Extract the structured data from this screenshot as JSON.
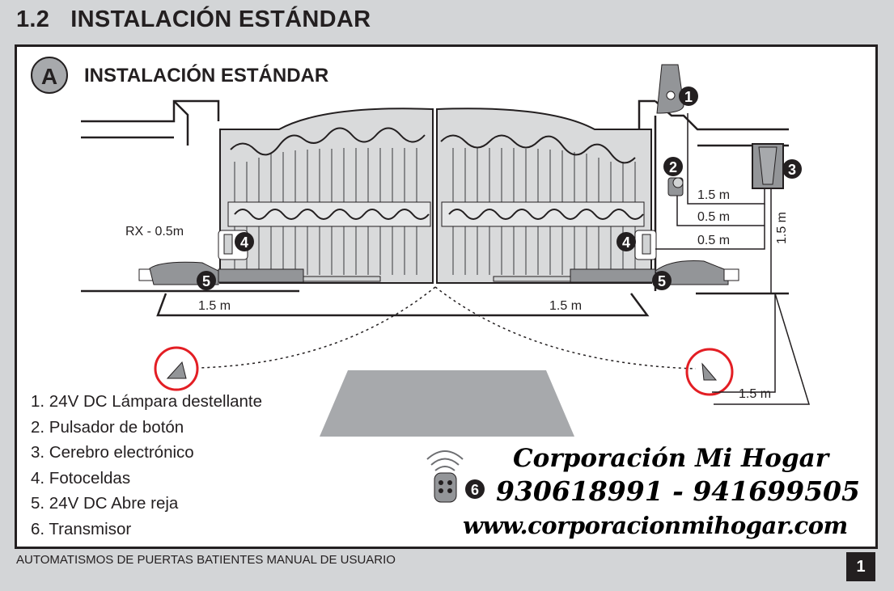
{
  "section_number": "1.2",
  "section_title": "INSTALACIÓN ESTÁNDAR",
  "panel": {
    "badge": "A",
    "title": "INSTALACIÓN ESTÁNDAR"
  },
  "callouts": [
    "1",
    "2",
    "3",
    "4",
    "5",
    "6"
  ],
  "measurements": {
    "rx": "RX - 0.5m",
    "flash_to_box": "1.5 m",
    "button_to_box": "0.5 m",
    "photocell_to_box": "0.5 m",
    "box_height": "1.5 m",
    "left_opener": "1.5 m",
    "right_opener": "1.5 m",
    "right_photocell": "1.5 m"
  },
  "legend": [
    "1. 24V DC Lámpara destellante",
    "2. Pulsador de botón",
    "3. Cerebro electrónico",
    "4. Fotoceldas",
    "5. 24V DC Abre reja",
    "6. Transmisor"
  ],
  "brand": {
    "name": "Corporación Mi Hogar",
    "phones": "930618991 - 941699505",
    "website": "www.corporacionmihogar.com"
  },
  "footer": "AUTOMATISMOS DE PUERTAS BATIENTES MANUAL DE USUARIO",
  "page_number": "1"
}
